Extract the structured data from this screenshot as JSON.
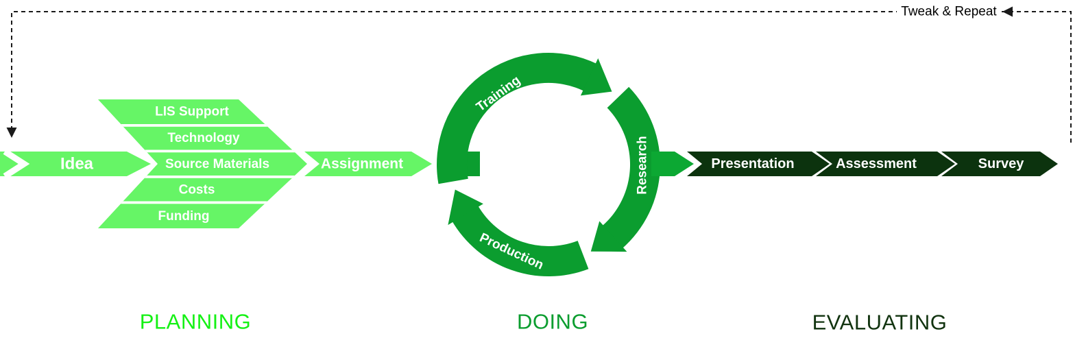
{
  "feedback_loop": {
    "label": "Tweak & Repeat"
  },
  "flow": {
    "idea": "Idea",
    "planning_considerations": [
      "LIS Support",
      "Technology",
      "Source Materials",
      "Costs",
      "Funding"
    ],
    "assignment": "Assignment",
    "cycle": {
      "top": "Training",
      "right": "Research",
      "bottom": "Production"
    },
    "evaluation_steps": [
      "Presentation",
      "Assessment",
      "Survey"
    ]
  },
  "phases": {
    "planning": {
      "label": "PLANNING"
    },
    "doing": {
      "label": "DOING"
    },
    "evaluating": {
      "label": "EVALUATING"
    }
  },
  "colors": {
    "light_green": "#66f566",
    "cycle_green": "#0b9d2f",
    "exit_green": "#0ca833",
    "dark_green": "#0c330e",
    "planning_text": "#14f114",
    "doing_text": "#0b9d2f",
    "evaluating_text": "#11330f",
    "line_black": "#1a1a1a"
  }
}
